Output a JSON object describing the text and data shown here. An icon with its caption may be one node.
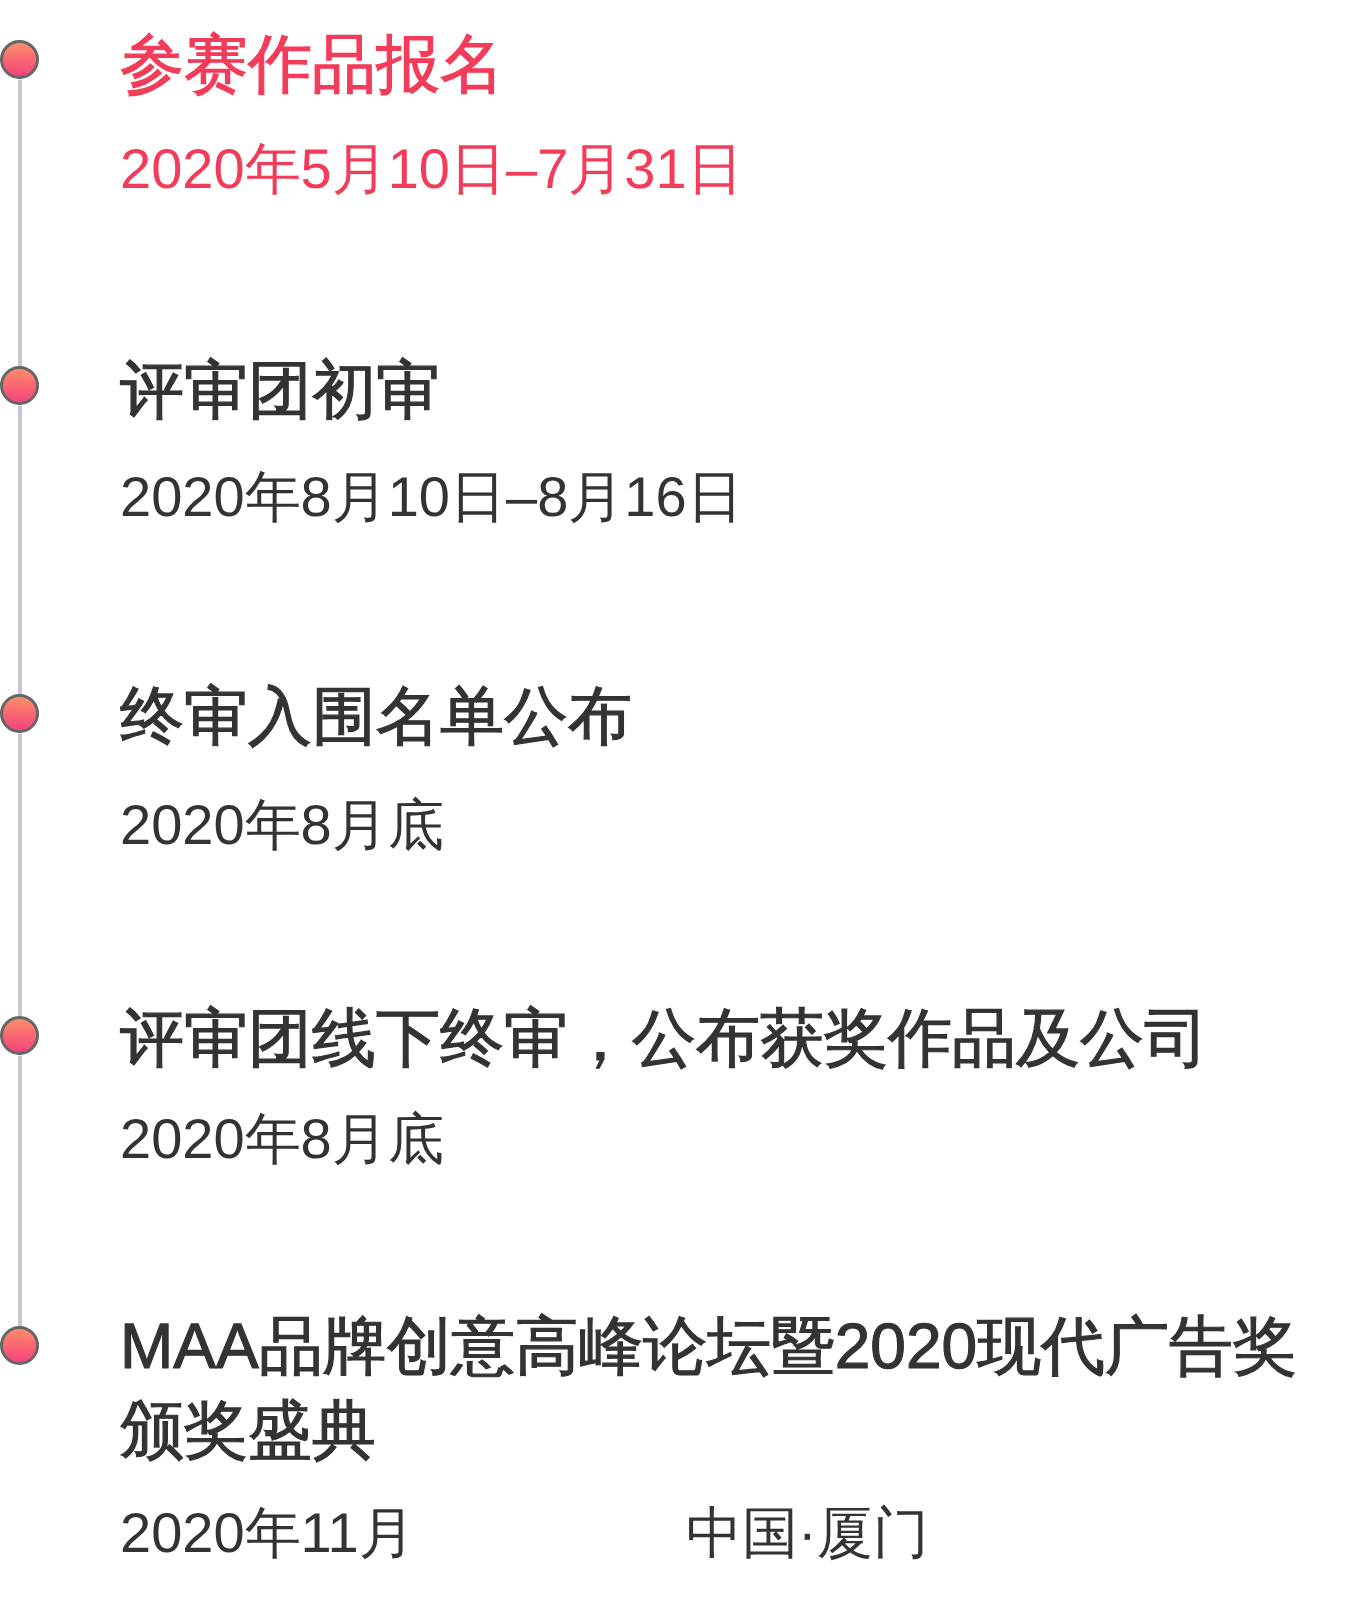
{
  "diagram": {
    "nodes": [
      {
        "text": [],
        "shape": "circle",
        "beside": [
          "参赛作品报名",
          "2020年5月10日–7月31日"
        ]
      },
      {
        "text": [],
        "shape": "circle",
        "beside": [
          "评审团初审",
          "2020年8月10日–8月16日"
        ]
      },
      {
        "text": [],
        "shape": "circle",
        "beside": [
          "终审入围名单公布",
          "2020年8月底"
        ]
      },
      {
        "text": [],
        "shape": "circle",
        "beside": [
          "评审团线下终审，公布获奖作品及公司",
          "2020年8月底"
        ]
      },
      {
        "text": [],
        "shape": "circle",
        "beside": [
          "MAA品牌创意高峰论坛暨2020现代广告奖颁奖盛典",
          "2020年11月",
          "中国·厦门"
        ]
      }
    ],
    "edges": [
      {
        "from": 0,
        "to": 1,
        "arrow": "none"
      },
      {
        "from": 1,
        "to": 2,
        "arrow": "none"
      },
      {
        "from": 2,
        "to": 3,
        "arrow": "none"
      },
      {
        "from": 3,
        "to": 4,
        "arrow": "none"
      }
    ]
  }
}
